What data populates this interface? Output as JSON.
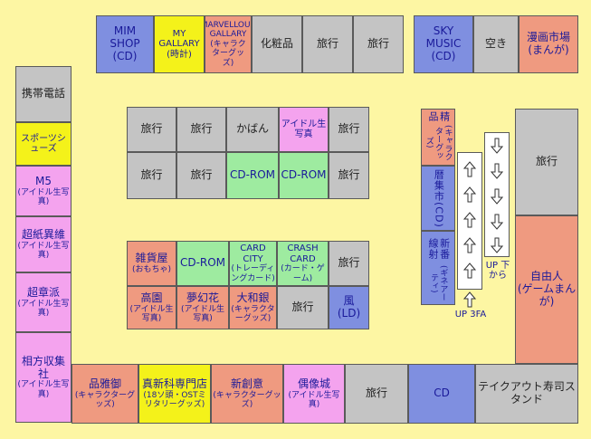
{
  "colors": {
    "gray": "#c4c4c4",
    "blue": "#7f8fe0",
    "yellow": "#f4f21a",
    "salmon": "#ef9a80",
    "pink": "#f4a3ee",
    "green": "#9eeba0",
    "corridor": "#fdf6a3"
  },
  "shops": {
    "mim_shop": {
      "name": "MIM SHOP",
      "sub": "(CD)"
    },
    "my_gallary": {
      "name": "MY GALLARY",
      "sub": "(時計)"
    },
    "marvellous_gallary": {
      "name": "MARVELLOUS GALLARY",
      "sub": "(キャラクターグッズ)"
    },
    "cosmetics": {
      "name": "化粧品"
    },
    "travel_top_1": {
      "name": "旅行"
    },
    "travel_top_2": {
      "name": "旅行"
    },
    "sky_music": {
      "name": "SKY MUSIC",
      "sub": "(CD)"
    },
    "vacant": {
      "name": "空き"
    },
    "manga_shop": {
      "name": "漫画市場",
      "sub": "(まんが)"
    },
    "mobile_phone": {
      "name": "携帯電話"
    },
    "sports_shoes": {
      "name": "スポーツシューズ"
    },
    "m5": {
      "name": "M5",
      "sub": "(アイドル生写真)"
    },
    "super_jiki": {
      "name": "超紙異維",
      "sub": "(アイドル生写真)"
    },
    "super_chouha": {
      "name": "超章派",
      "sub": "(アイドル生写真)"
    },
    "soho_sinsha": {
      "name": "相方収集社",
      "sub": "(アイドル生写真)"
    },
    "b1_travel_1": {
      "name": "旅行"
    },
    "b1_travel_2": {
      "name": "旅行"
    },
    "b1_bags": {
      "name": "かばん"
    },
    "b1_idol_photo": {
      "name": "アイドル生写真"
    },
    "b1_travel_3": {
      "name": "旅行"
    },
    "b1_travel_4": {
      "name": "旅行"
    },
    "b1_travel_5": {
      "name": "旅行"
    },
    "b1_cdrom_1": {
      "name": "CD-ROM"
    },
    "b1_cdrom_2": {
      "name": "CD-ROM"
    },
    "b1_travel_6": {
      "name": "旅行"
    },
    "b2_general_goods": {
      "name": "雑貨屋",
      "sub": "(おもちゃ)"
    },
    "b2_cdrom": {
      "name": "CD-ROM"
    },
    "b2_card_city": {
      "name": "CARD CITY",
      "sub": "(トレーディングカード)"
    },
    "b2_crash_card": {
      "name": "CRASH CARD",
      "sub": "(カード・ゲーム)"
    },
    "b2_travel_1": {
      "name": "旅行"
    },
    "b2_kougen": {
      "name": "高園",
      "sub": "(アイドル生写真)"
    },
    "b2_mugen": {
      "name": "夢幻花",
      "sub": "(アイドル生写真)"
    },
    "b2_dainiwa": {
      "name": "大和銀",
      "sub": "(キャラクターグッズ)"
    },
    "b2_travel_2": {
      "name": "旅行"
    },
    "b2_ld": {
      "name": "風",
      "sub": "(LD)"
    },
    "bottom_higashi": {
      "name": "品雅御",
      "sub": "(キャラクターグッズ)"
    },
    "bottom_shinkyo": {
      "name": "真新科専門店",
      "sub": "(18ソ頭・OSTミリタリーグッズ)"
    },
    "bottom_shinsou": {
      "name": "新創意",
      "sub": "(キャラクターグッズ)"
    },
    "bottom_guuzou": {
      "name": "偶像城",
      "sub": "(アイドル生写真)"
    },
    "bottom_travel": {
      "name": "旅行"
    },
    "bottom_cd": {
      "name": "CD"
    },
    "bottom_takeout": {
      "name": "テイクアウト寿司スタンド"
    },
    "right_travel": {
      "name": "旅行"
    },
    "right_jiyujin": {
      "name": "自由人",
      "sub": "(ゲームまんが)"
    },
    "center_seihin": {
      "name": "精品",
      "sub": "(キャラクターグッズ)"
    },
    "center_rekishu": {
      "name": "暦集市",
      "sub": "(CD)"
    },
    "center_shinsei": {
      "name": "新番線射",
      "sub": "(ギネアーティ)"
    }
  },
  "escalators": {
    "up_label": "UP 3FA",
    "down_label": "UP 下から"
  }
}
